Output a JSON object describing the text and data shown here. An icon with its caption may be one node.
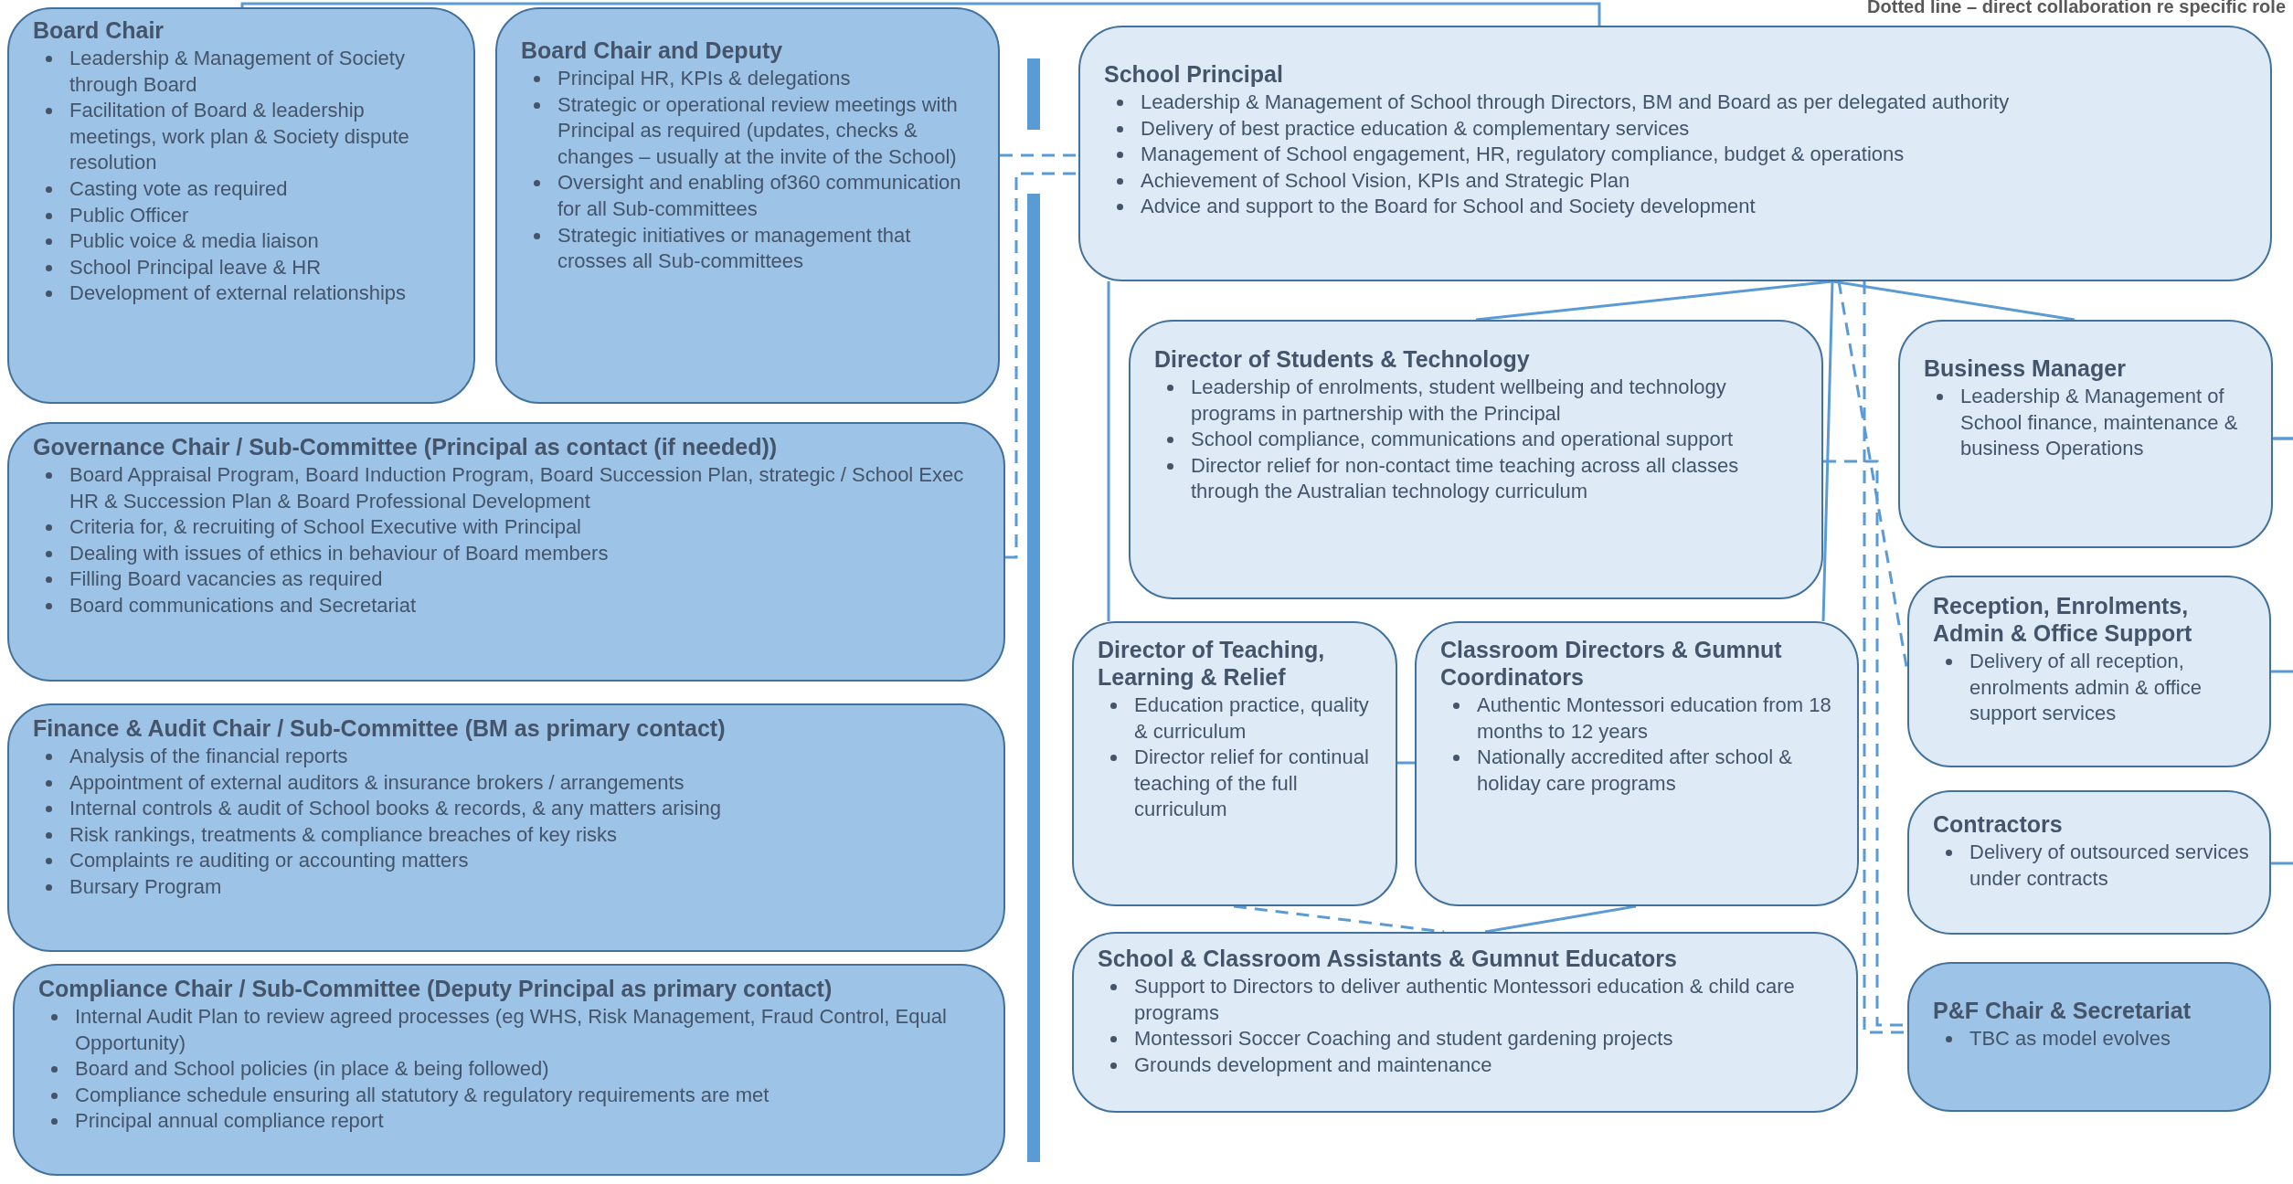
{
  "diagram": {
    "nodes": [
      {
        "text": [
          "Board Chair",
          "Leadership & Management of Society through Board",
          "Facilitation of Board & leadership meetings, work plan & Society dispute resolution",
          "Casting vote as required",
          "Public Officer",
          "Public voice & media liaison",
          "School Principal leave & HR",
          "Development of external relationships"
        ]
      },
      {
        "text": [
          "Board Chair and Deputy",
          "Principal HR, KPIs & delegations",
          "Strategic or operational review meetings with Principal as required (updates, checks & changes – usually at the invite of the School)",
          "Oversight and enabling of360 communication for all Sub-committees",
          "Strategic initiatives or management that crosses all Sub-committees"
        ]
      },
      {
        "text": [
          "Governance Chair / Sub-Committee (Principal as contact (if needed))",
          "Board Appraisal Program, Board Induction Program, Board Succession Plan, strategic / School Exec HR & Succession Plan & Board Professional Development",
          "Criteria for, & recruiting of School Executive with Principal",
          "Dealing with issues of ethics in behaviour of Board members",
          "Filling Board vacancies as required",
          "Board communications and Secretariat"
        ]
      },
      {
        "text": [
          "Finance & Audit Chair / Sub-Committee (BM as primary contact)",
          "Analysis of the financial reports",
          "Appointment of external auditors & insurance brokers / arrangements",
          "Internal controls & audit of School books & records, & any matters arising",
          "Risk rankings, treatments & compliance breaches of key risks",
          "Complaints re auditing or accounting matters",
          "Bursary Program"
        ]
      },
      {
        "text": [
          "Compliance Chair / Sub-Committee (Deputy Principal as primary contact)",
          "Internal Audit Plan to review agreed processes (eg WHS, Risk Management, Fraud Control, Equal Opportunity)",
          "Board and School policies (in place & being followed)",
          "Compliance schedule ensuring all statutory & regulatory requirements are met",
          "Principal annual compliance report"
        ]
      },
      {
        "text": [
          "School Principal",
          "Leadership & Management of School through Directors, BM and Board as per delegated authority",
          "Delivery of best practice education & complementary services",
          "Management of School engagement, HR, regulatory compliance, budget & operations",
          "Achievement of School Vision, KPIs and Strategic Plan",
          "Advice and support to the Board for School and Society development"
        ]
      },
      {
        "text": [
          "Director of Students & Technology",
          "Leadership of enrolments, student wellbeing and technology programs in partnership with the Principal",
          "School compliance, communications and operational support",
          "Director relief for non-contact time teaching across all classes through the Australian technology curriculum"
        ]
      },
      {
        "text": [
          "Business Manager",
          "Leadership & Management of School finance, maintenance & business Operations"
        ]
      },
      {
        "text": [
          "Director of Teaching, Learning & Relief",
          "Education practice, quality & curriculum",
          "Director relief for continual teaching of the full curriculum"
        ]
      },
      {
        "text": [
          "Classroom Directors & Gumnut Coordinators",
          "Authentic Montessori education from 18 months to 12 years",
          "Nationally accredited after school & holiday care programs"
        ]
      },
      {
        "text": [
          "Reception, Enrolments, Admin & Office Support",
          "Delivery of all reception, enrolments admin & office support services"
        ]
      },
      {
        "text": [
          "Contractors",
          "Delivery of outsourced services under contracts"
        ]
      },
      {
        "text": [
          "School & Classroom Assistants & Gumnut Educators",
          "Support to Directors to deliver authentic Montessori education & child care programs",
          "Montessori Soccer Coaching and student gardening projects",
          "Grounds development and maintenance"
        ]
      },
      {
        "text": [
          "P&F Chair & Secretariat",
          "TBC as model evolves"
        ]
      },
      {
        "text": [],
        "shape": "bar"
      },
      {
        "text": [],
        "shape": "bar"
      }
    ],
    "edges": [
      {
        "from": 0,
        "to": 5,
        "arrow": "none"
      },
      {
        "from": 1,
        "to": 5,
        "arrow": "none",
        "style": "dashed"
      },
      {
        "from": 2,
        "to": 5,
        "arrow": "none",
        "style": "dashed"
      },
      {
        "from": 5,
        "to": 6,
        "arrow": "none"
      },
      {
        "from": 5,
        "to": 7,
        "arrow": "none"
      },
      {
        "from": 5,
        "to": 8,
        "arrow": "none"
      },
      {
        "from": 5,
        "to": 9,
        "arrow": "none"
      },
      {
        "from": 5,
        "to": 10,
        "arrow": "none",
        "style": "dashed"
      },
      {
        "from": 5,
        "to": 13,
        "arrow": "none",
        "style": "dashed"
      },
      {
        "from": 6,
        "to": 13,
        "arrow": "none",
        "style": "dashed"
      },
      {
        "from": 8,
        "to": 9,
        "arrow": "none"
      },
      {
        "from": 8,
        "to": 12,
        "arrow": "none",
        "style": "dashed"
      },
      {
        "from": 9,
        "to": 12,
        "arrow": "none"
      },
      {
        "from": 7,
        "to": 10,
        "arrow": "none"
      },
      {
        "from": 7,
        "to": 11,
        "arrow": "none"
      }
    ],
    "labels": [
      "Dotted line – direct collaboration re specific role"
    ]
  }
}
